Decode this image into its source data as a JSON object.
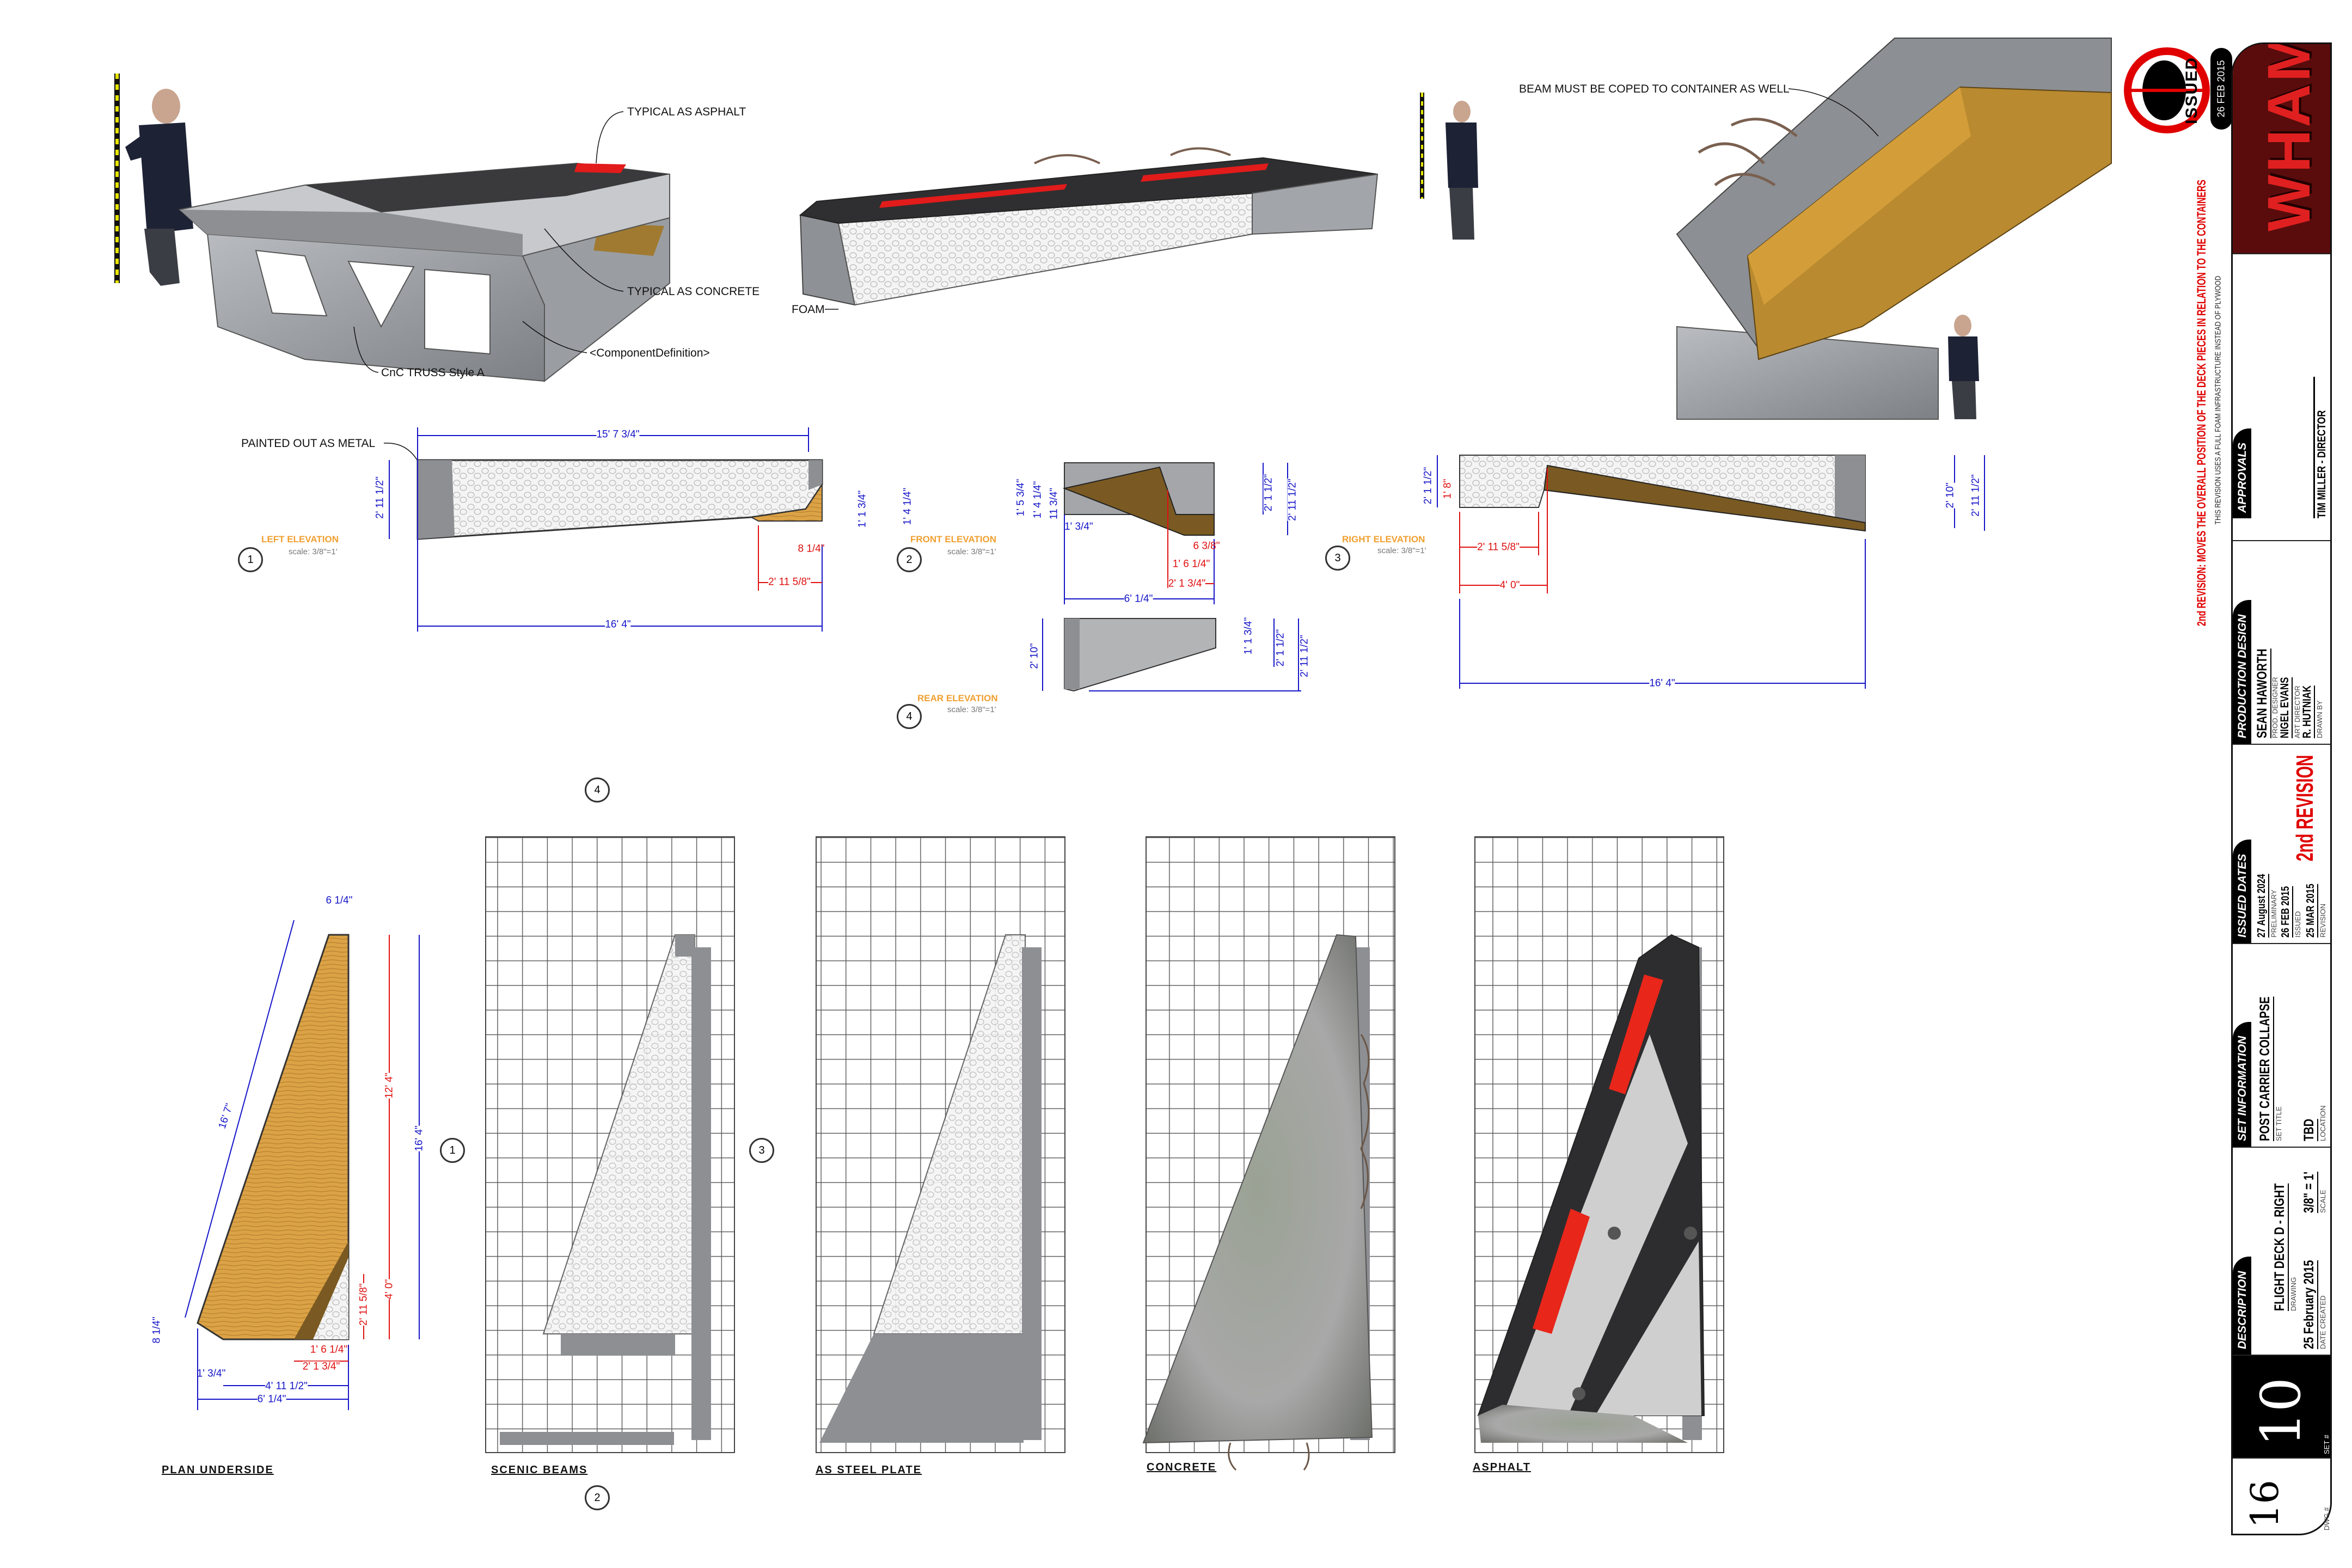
{
  "render_callouts": {
    "asphalt": "TYPICAL AS ASPHALT",
    "concrete": "TYPICAL AS CONCRETE",
    "component": "<ComponentDefinition>",
    "truss": "CnC TRUSS Style A",
    "foam": "FOAM",
    "beam": "BEAM MUST BE COPED TO CONTAINER AS WELL"
  },
  "views": {
    "left": {
      "number": "1",
      "title": "LEFT ELEVATION",
      "scale": "scale: 3/8\"=1'",
      "note": "PAINTED OUT AS METAL",
      "dims": [
        "15' 7 3/4\"",
        "2' 11 1/2\"",
        "1' 1 3/4\"",
        "1' 4 1/4\"",
        "8 1/4\"",
        "2' 11 5/8\"",
        "16' 4\""
      ]
    },
    "front": {
      "number": "2",
      "title": "FRONT ELEVATION",
      "scale": "scale: 3/8\"=1'",
      "dims": [
        "1' 5 3/4\"",
        "1' 4 1/4\"",
        "11 3/4\"",
        "1' 3/4\"",
        "2' 1 1/2\"",
        "2' 11 1/2\"",
        "6 3/8\"",
        "1' 6 1/4\"",
        "2' 1 3/4\"",
        "6' 1/4\""
      ]
    },
    "right": {
      "number": "3",
      "title": "RIGHT ELEVATION",
      "scale": "scale: 3/8\"=1'",
      "dims": [
        "2' 1 1/2\"",
        "1' 8\"",
        "2' 10\"",
        "2' 11 1/2\"",
        "2' 11 5/8\"",
        "4' 0\"",
        "16' 4\""
      ]
    },
    "rear": {
      "number": "4",
      "title": "REAR ELEVATION",
      "scale": "scale: 3/8\"=1'",
      "dims": [
        "2' 10\"",
        "1' 1 3/4\"",
        "2' 1 1/2\"",
        "2' 11 1/2\""
      ]
    }
  },
  "plan": {
    "title": "PLAN UNDERSIDE",
    "dims": [
      "6 1/4\"",
      "16' 7\"",
      "12' 4\"",
      "16' 4\"",
      "4' 0\"",
      "2' 11 5/8\"",
      "8 1/4\"",
      "1' 3/4\"",
      "1' 6 1/4\"",
      "2' 1 3/4\"",
      "4' 11 1/2\"",
      "6' 1/4\""
    ]
  },
  "grids": {
    "labels": [
      "SCENIC BEAMS",
      "AS STEEL PLATE",
      "CONCRETE",
      "ASPHALT"
    ],
    "markers": [
      "1",
      "2",
      "3",
      "4"
    ]
  },
  "stamp": {
    "label": "ISSUED",
    "date": "26 FEB 2015"
  },
  "revision_note": "2nd REVISION: MOVES THE OVERALL POSITION OF THE DECK PIECES IN RELATION TO THE CONTAINERS",
  "revision_sub": "THIS REVISION USES A FULL FOAM INFRASTRUCTURE INSTEAD OF PLYWOOD",
  "title_block": {
    "logo": "WHAM!",
    "dwg_label": "DWG #",
    "dwg": "16",
    "set_label": "SET #",
    "set": "10",
    "description": {
      "header": "DESCRIPTION",
      "drawing": "FLIGHT DECK D - RIGHT",
      "drawing_label": "DRAWING",
      "date": "25 February 2015",
      "date_label": "DATE CREATED",
      "scale": "3/8\" = 1'",
      "scale_label": "SCALE"
    },
    "set_info": {
      "header": "SET INFORMATION",
      "title": "POST CARRIER COLLAPSE",
      "title_label": "SET TITLE",
      "location": "TBD",
      "location_label": "LOCATION"
    },
    "issued": {
      "header": "ISSUED DATES",
      "preliminary": "27 August 2024",
      "preliminary_label": "PRELIMINARY",
      "issued": "26 FEB 2015",
      "issued_label": "ISSUED",
      "revision": "25 MAR 2015",
      "revision_label": "REVISION",
      "revision_badge": "2nd REVISION"
    },
    "production": {
      "header": "PRODUCTION DESIGN",
      "designer": "SEAN HAWORTH",
      "designer_label": "PROD. DESIGNER",
      "art_director": "NIGEL EVANS",
      "art_director_label": "ART DIRECTOR",
      "drawn_by": "R. HUTNIAK",
      "drawn_by_label": "DRAWN BY"
    },
    "approvals": {
      "header": "APPROVALS",
      "director": "TIM MILLER - DIRECTOR"
    }
  },
  "colors": {
    "dimension": "#1515c8",
    "dimension_alt": "#e01010",
    "view_title": "#f0a030",
    "wood": "#d99a3a",
    "brand_red": "#e00000"
  }
}
